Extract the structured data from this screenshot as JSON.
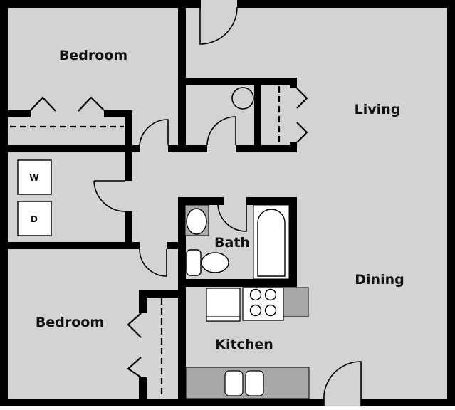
{
  "plan": {
    "colors": {
      "floor": "#d2d3d5",
      "wall": "#000000",
      "counter": "#a7a8aa",
      "fixture": "#ffffff",
      "label": "#111111"
    },
    "rooms": {
      "bedroom_top": "Bedroom",
      "living": "Living",
      "bath": "Bath",
      "dining": "Dining",
      "bedroom_bottom": "Bedroom",
      "kitchen": "Kitchen"
    },
    "appliances": {
      "washer": "W",
      "dryer": "D"
    }
  }
}
